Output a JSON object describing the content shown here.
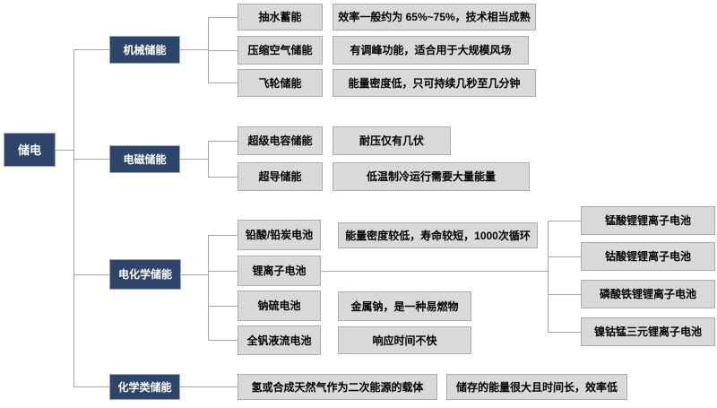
{
  "colors": {
    "branch_navy": "#2E456B",
    "node_gray": "#D9D9D9",
    "node_border": "#ACACAC",
    "connector_line": "#A6A6A6"
  },
  "tree": {
    "root": {
      "label": "储电"
    },
    "branches": [
      {
        "label": "机械储能",
        "children": [
          {
            "label": "抽水蓄能",
            "note": "效率一般约为 65%~75%，技术相当成熟"
          },
          {
            "label": "压缩空气储能",
            "note": "有调峰功能，适合用于大规模风场"
          },
          {
            "label": "飞轮储能",
            "note": "能量密度低，只可持续几秒至几分钟"
          }
        ]
      },
      {
        "label": "电磁储能",
        "children": [
          {
            "label": "超级电容储能",
            "note": "耐压仅有几伏"
          },
          {
            "label": "超导储能",
            "note": "低温制冷运行需要大量能量"
          }
        ]
      },
      {
        "label": "电化学储能",
        "children": [
          {
            "label": "铅酸/铅炭电池",
            "note": "能量密度较低，寿命较短，1000次循环"
          },
          {
            "label": "锂离子电池",
            "subtypes": [
              "锰酸锂锂离子电池",
              "钴酸锂锂离子电池",
              "磷酸铁锂锂离子电池",
              "镍钴锰三元锂离子电池"
            ]
          },
          {
            "label": "钠硫电池",
            "note": "金属钠，是一种易燃物"
          },
          {
            "label": "全钒液流电池",
            "note": "响应时间不快"
          }
        ]
      },
      {
        "label": "化学类储能",
        "children": [
          {
            "label": "氢或合成天然气作为二次能源的载体",
            "note": "储存的能量很大且时间长，效率低"
          }
        ]
      }
    ]
  }
}
